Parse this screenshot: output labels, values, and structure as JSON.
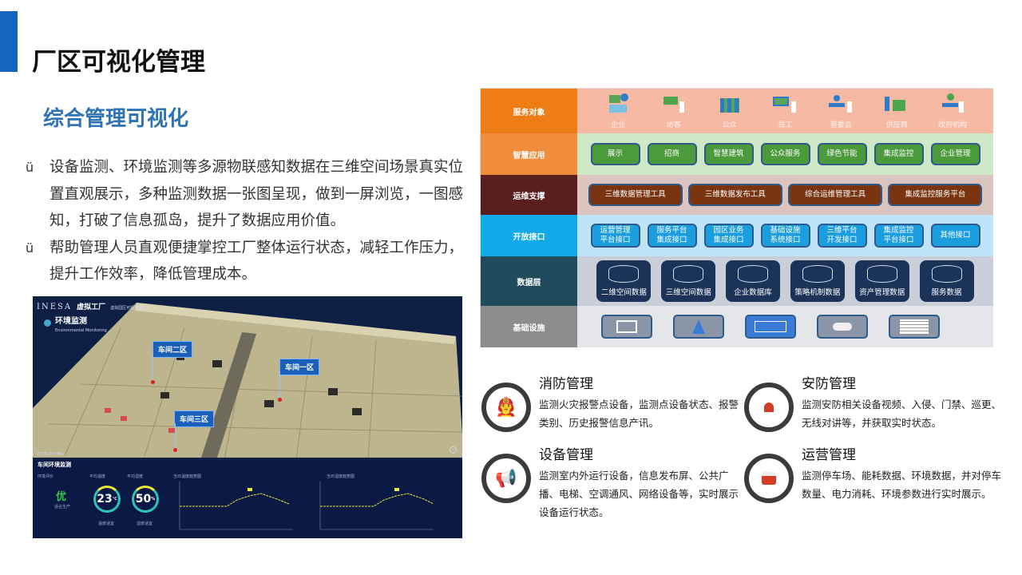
{
  "header": {
    "title": "厂区可视化管理",
    "subtitle": "综合管理可视化"
  },
  "bullets": [
    {
      "mark": "ü",
      "text": " 设备监测、环境监测等多源物联感知数据在三维空间场景真实位置直观展示，多种监测数据一张图呈现，做到一屏浏览，一图感知，打破了信息孤岛，提升了数据应用价值。"
    },
    {
      "mark": "ü",
      "text": "帮助管理人员直观便捷掌控工厂整体运行状态，减轻工作压力，提升工作效率，降低管理成本。"
    }
  ],
  "factory": {
    "brand": "INESA",
    "brand_sub": "虚拟工厂",
    "system_name": "虚拟园区可视化系统",
    "module": "环境监测",
    "module_en": "Environmental Monitoring",
    "tags": [
      "车间二区",
      "车间一区",
      "车间三区"
    ],
    "footer_brand": "G'ITECH·DMS",
    "panel_title": "车间环境监测",
    "eval_label": "环境评价",
    "eval_value": "优",
    "eval_desc": "适合生产",
    "temp_label": "平均温度",
    "temp_value": "23",
    "temp_unit": "℃",
    "temp_caption": "温度适宜",
    "hum_label": "平均湿度",
    "hum_value": "50",
    "hum_unit": "%",
    "hum_caption": "湿度适宜",
    "chart1_title": "当日温度趋势图",
    "chart2_title": "当日湿度趋势图"
  },
  "architecture": {
    "rows": [
      {
        "label": "服务对象",
        "color": "#ef7d16",
        "bg": "#f6b9a4",
        "items": [
          "企业",
          "访客",
          "公众",
          "员工",
          "管委会",
          "供应商",
          "政府机构"
        ]
      },
      {
        "label": "智慧应用",
        "color": "#f08c3c",
        "bg": "#cfe8c8",
        "box_color": "#4b9a3c",
        "items": [
          "展示",
          "招商",
          "智慧建筑",
          "公众服务",
          "绿色节能",
          "集成监控",
          "企业管理"
        ]
      },
      {
        "label": "运维支撑",
        "color": "#5a1e1e",
        "bg": "#dcc5c0",
        "box_color": "#7a3410",
        "items": [
          "三维数据管理工具",
          "三维数据发布工具",
          "综合运维管理工具",
          "集成监控服务平台"
        ]
      },
      {
        "label": "开放接口",
        "color": "#12a9e8",
        "bg": "#bfe4f7",
        "box_color": "#1b9ee0",
        "items": [
          "运营管理\n平台接口",
          "服务平台\n集成接口",
          "园区业务\n集成接口",
          "基础设施\n系统接口",
          "三维平台\n开发接口",
          "集成监控\n平台接口",
          "其他接口"
        ]
      },
      {
        "label": "数据层",
        "color": "#1f4b5c",
        "bg": "#c9ced8",
        "items": [
          "二维空间数据",
          "三维空间数据",
          "企业数据库",
          "策略机制数据",
          "资产管理数据",
          "服务数据"
        ]
      },
      {
        "label": "基础设施",
        "color": "#8c8c8c",
        "bg": "#e4e6ea",
        "items": [
          "monitor-icon",
          "wireless-tower-icon",
          "controller-icon",
          "projector-icon",
          "firewall-icon"
        ]
      }
    ]
  },
  "management": [
    {
      "title": "消防管理",
      "icon": "firefighter-icon",
      "text": "监测火灾报警点设备，监测点设备状态、报警类别、历史报警信息产讯。"
    },
    {
      "title": "安防管理",
      "icon": "alarm-light-icon",
      "text": "监测安防相关设备视频、入侵、门禁、巡更、无线对讲等，并获取实时状态。"
    },
    {
      "title": "设备管理",
      "icon": "megaphone-icon",
      "text": "监测室内外运行设备，信息发布屏、公共广播、电梯、空调通风、网络设备等，实时展示设备运行状态。"
    },
    {
      "title": "运营管理",
      "icon": "bus-icon",
      "text": "监测停车场、能耗数据、环境数据，并对停车数量、电力消耗、环境参数进行实时展示。"
    }
  ]
}
